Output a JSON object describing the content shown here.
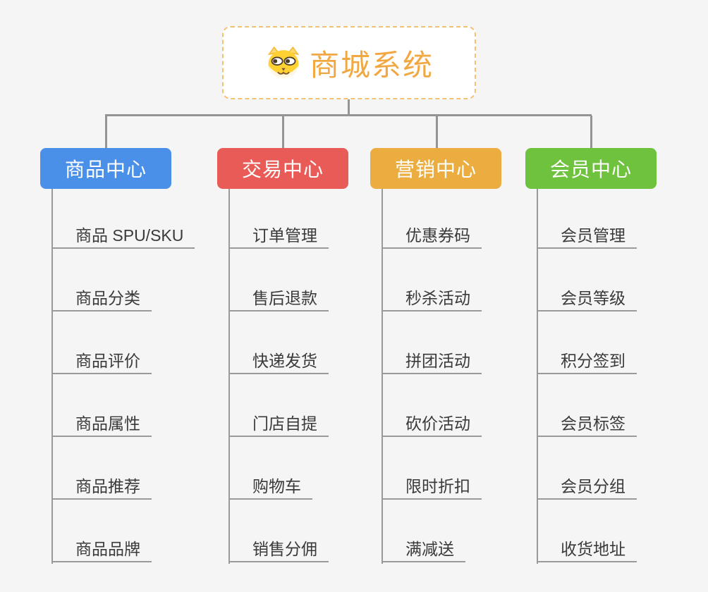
{
  "page": {
    "background_color": "#f5f5f5",
    "connector_color": "#949494"
  },
  "root": {
    "label": "商城系统",
    "icon": "dog-face-icon",
    "text_color": "#f2a842",
    "border_color": "#f3c173",
    "background_color": "#ffffff"
  },
  "branches": [
    {
      "label": "商品中心",
      "color": "#4a90e9",
      "items": [
        "商品 SPU/SKU",
        "商品分类",
        "商品评价",
        "商品属性",
        "商品推荐",
        "商品品牌"
      ]
    },
    {
      "label": "交易中心",
      "color": "#e95b56",
      "items": [
        "订单管理",
        "售后退款",
        "快递发货",
        "门店自提",
        "购物车",
        "销售分佣"
      ]
    },
    {
      "label": "营销中心",
      "color": "#ebac40",
      "items": [
        "优惠券码",
        "秒杀活动",
        "拼团活动",
        "砍价活动",
        "限时折扣",
        "满减送"
      ]
    },
    {
      "label": "会员中心",
      "color": "#6fc23d",
      "items": [
        "会员管理",
        "会员等级",
        "积分签到",
        "会员标签",
        "会员分组",
        "收货地址"
      ]
    }
  ]
}
